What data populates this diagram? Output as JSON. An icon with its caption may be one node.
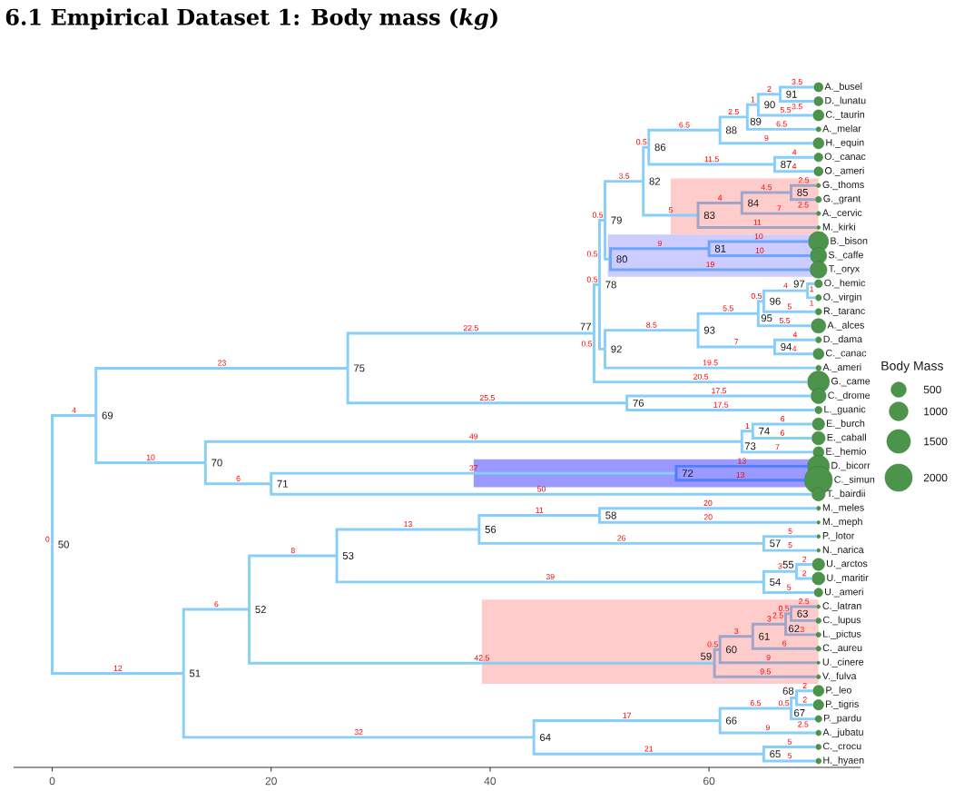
{
  "diagram": {
    "title": "6.1 Empirical Dataset 1: Body mass (*kg*)",
    "nodes": [
      {
        "text": [
          "A._busel"
        ]
      },
      {
        "text": [
          "D._lunatu"
        ]
      },
      {
        "text": [
          "C._taurin"
        ]
      },
      {
        "text": [
          "A._melar"
        ]
      },
      {
        "text": [
          "H._equin"
        ]
      },
      {
        "text": [
          "O._canac"
        ]
      },
      {
        "text": [
          "O._ameri"
        ]
      },
      {
        "text": [
          "G._thoms"
        ]
      },
      {
        "text": [
          "G._grant"
        ]
      },
      {
        "text": [
          "A._cervic"
        ]
      },
      {
        "text": [
          "M._kirki"
        ]
      },
      {
        "text": [
          "B._bison"
        ]
      },
      {
        "text": [
          "S._caffe"
        ]
      },
      {
        "text": [
          "T._oryx"
        ]
      },
      {
        "text": [
          "O._hemic"
        ]
      },
      {
        "text": [
          "O._virgin"
        ]
      },
      {
        "text": [
          "R._taranc"
        ]
      },
      {
        "text": [
          "A._alces"
        ]
      },
      {
        "text": [
          "D._dama"
        ]
      },
      {
        "text": [
          "C._canac"
        ]
      },
      {
        "text": [
          "A._ameri"
        ]
      },
      {
        "text": [
          "G._came"
        ]
      },
      {
        "text": [
          "C._drome"
        ]
      },
      {
        "text": [
          "L._guanic"
        ]
      },
      {
        "text": [
          "E._burch"
        ]
      },
      {
        "text": [
          "E._caball"
        ]
      },
      {
        "text": [
          "E._hemio"
        ]
      },
      {
        "text": [
          "D._bicorr"
        ]
      },
      {
        "text": [
          "C._simun"
        ]
      },
      {
        "text": [
          "T._bairdii"
        ]
      },
      {
        "text": [
          "M._meles"
        ]
      },
      {
        "text": [
          "M._meph"
        ]
      },
      {
        "text": [
          "P._lotor"
        ]
      },
      {
        "text": [
          "N._narica"
        ]
      },
      {
        "text": [
          "U._arctos"
        ]
      },
      {
        "text": [
          "U._maritir"
        ]
      },
      {
        "text": [
          "U._ameri"
        ]
      },
      {
        "text": [
          "C._latran"
        ]
      },
      {
        "text": [
          "C._lupus"
        ]
      },
      {
        "text": [
          "L._pictus"
        ]
      },
      {
        "text": [
          "C._aureu"
        ]
      },
      {
        "text": [
          "U._cinere"
        ]
      },
      {
        "text": [
          "V._fulva"
        ]
      },
      {
        "text": [
          "P._leo"
        ]
      },
      {
        "text": [
          "P._tigris"
        ]
      },
      {
        "text": [
          "P._pardu"
        ]
      },
      {
        "text": [
          "A._jubatu"
        ]
      },
      {
        "text": [
          "C._crocu"
        ]
      },
      {
        "text": [
          "H._hyaen"
        ]
      },
      {
        "text": [
          "50"
        ]
      },
      {
        "text": [
          "51"
        ]
      },
      {
        "text": [
          "52"
        ]
      },
      {
        "text": [
          "53"
        ]
      },
      {
        "text": [
          "54"
        ]
      },
      {
        "text": [
          "55"
        ]
      },
      {
        "text": [
          "56"
        ]
      },
      {
        "text": [
          "57"
        ]
      },
      {
        "text": [
          "58"
        ]
      },
      {
        "text": [
          "59"
        ]
      },
      {
        "text": [
          "60"
        ]
      },
      {
        "text": [
          "61"
        ]
      },
      {
        "text": [
          "62"
        ]
      },
      {
        "text": [
          "63"
        ]
      },
      {
        "text": [
          "64"
        ]
      },
      {
        "text": [
          "65"
        ]
      },
      {
        "text": [
          "66"
        ]
      },
      {
        "text": [
          "67"
        ]
      },
      {
        "text": [
          "68"
        ]
      },
      {
        "text": [
          "69"
        ]
      },
      {
        "text": [
          "70"
        ]
      },
      {
        "text": [
          "71"
        ]
      },
      {
        "text": [
          "72"
        ]
      },
      {
        "text": [
          "73"
        ]
      },
      {
        "text": [
          "74"
        ]
      },
      {
        "text": [
          "75"
        ]
      },
      {
        "text": [
          "76"
        ]
      },
      {
        "text": [
          "77"
        ]
      },
      {
        "text": [
          "78"
        ]
      },
      {
        "text": [
          "79"
        ]
      },
      {
        "text": [
          "80"
        ]
      },
      {
        "text": [
          "81"
        ]
      },
      {
        "text": [
          "82"
        ]
      },
      {
        "text": [
          "83"
        ]
      },
      {
        "text": [
          "84"
        ]
      },
      {
        "text": [
          "85"
        ]
      },
      {
        "text": [
          "86"
        ]
      },
      {
        "text": [
          "87"
        ]
      },
      {
        "text": [
          "88"
        ]
      },
      {
        "text": [
          "89"
        ]
      },
      {
        "text": [
          "90"
        ]
      },
      {
        "text": [
          "91"
        ]
      },
      {
        "text": [
          "92"
        ]
      },
      {
        "text": [
          "93"
        ]
      },
      {
        "text": [
          "94"
        ]
      },
      {
        "text": [
          "95"
        ]
      },
      {
        "text": [
          "96"
        ]
      },
      {
        "text": [
          "97"
        ]
      }
    ],
    "edges": [
      {
        "from": 49,
        "to": 68,
        "arrow": "none",
        "label": "4"
      },
      {
        "from": 49,
        "to": 50,
        "arrow": "none",
        "label": "12"
      },
      {
        "from": 50,
        "to": 51,
        "arrow": "none",
        "label": "6"
      },
      {
        "from": 50,
        "to": 63,
        "arrow": "none",
        "label": "32"
      },
      {
        "from": 51,
        "to": 52,
        "arrow": "none",
        "label": "8"
      },
      {
        "from": 51,
        "to": 58,
        "arrow": "none",
        "label": "42.5"
      },
      {
        "from": 52,
        "to": 55,
        "arrow": "none",
        "label": "13"
      },
      {
        "from": 52,
        "to": 53,
        "arrow": "none",
        "label": "39"
      },
      {
        "from": 55,
        "to": 57,
        "arrow": "none",
        "label": "11"
      },
      {
        "from": 55,
        "to": 56,
        "arrow": "none",
        "label": "26"
      },
      {
        "from": 57,
        "to": 30,
        "arrow": "none",
        "label": "20"
      },
      {
        "from": 57,
        "to": 31,
        "arrow": "none",
        "label": "20"
      },
      {
        "from": 56,
        "to": 32,
        "arrow": "none",
        "label": "5"
      },
      {
        "from": 56,
        "to": 33,
        "arrow": "none",
        "label": "5"
      },
      {
        "from": 53,
        "to": 54,
        "arrow": "none",
        "label": "3"
      },
      {
        "from": 53,
        "to": 36,
        "arrow": "none",
        "label": "5"
      },
      {
        "from": 54,
        "to": 34,
        "arrow": "none",
        "label": "2"
      },
      {
        "from": 54,
        "to": 35,
        "arrow": "none",
        "label": "2"
      },
      {
        "from": 58,
        "to": 59,
        "arrow": "none",
        "label": "0.5",
        "color": "#9fa5c8"
      },
      {
        "from": 58,
        "to": 42,
        "arrow": "none",
        "label": "9.5",
        "color": "#9fa5c8"
      },
      {
        "from": 59,
        "to": 60,
        "arrow": "none",
        "label": "3",
        "color": "#9fa5c8"
      },
      {
        "from": 59,
        "to": 41,
        "arrow": "none",
        "label": "9",
        "color": "#9fa5c8"
      },
      {
        "from": 60,
        "to": 61,
        "arrow": "none",
        "label": "3",
        "color": "#9fa5c8"
      },
      {
        "from": 60,
        "to": 40,
        "arrow": "none",
        "label": "6",
        "color": "#9fa5c8"
      },
      {
        "from": 61,
        "to": 62,
        "arrow": "none",
        "label": "0.5",
        "color": "#9fa5c8"
      },
      {
        "from": 61,
        "to": 39,
        "arrow": "none",
        "label": "3",
        "color": "#9fa5c8"
      },
      {
        "from": 62,
        "to": 37,
        "arrow": "none",
        "label": "2.5",
        "color": "#9fa5c8"
      },
      {
        "from": 62,
        "to": 38,
        "arrow": "none",
        "label": "2.5",
        "color": "#9fa5c8"
      },
      {
        "from": 63,
        "to": 65,
        "arrow": "none",
        "label": "17"
      },
      {
        "from": 63,
        "to": 64,
        "arrow": "none",
        "label": "21"
      },
      {
        "from": 65,
        "to": 66,
        "arrow": "none",
        "label": "6.5"
      },
      {
        "from": 65,
        "to": 46,
        "arrow": "none",
        "label": "9"
      },
      {
        "from": 66,
        "to": 67,
        "arrow": "none",
        "label": "0.5"
      },
      {
        "from": 66,
        "to": 45,
        "arrow": "none",
        "label": "2.5"
      },
      {
        "from": 67,
        "to": 43,
        "arrow": "none",
        "label": "2"
      },
      {
        "from": 67,
        "to": 44,
        "arrow": "none",
        "label": "2"
      },
      {
        "from": 64,
        "to": 47,
        "arrow": "none",
        "label": "5"
      },
      {
        "from": 64,
        "to": 48,
        "arrow": "none",
        "label": "5"
      },
      {
        "from": 68,
        "to": 74,
        "arrow": "none",
        "label": "23"
      },
      {
        "from": 68,
        "to": 69,
        "arrow": "none",
        "label": "10"
      },
      {
        "from": 69,
        "to": 72,
        "arrow": "none",
        "label": "49"
      },
      {
        "from": 69,
        "to": 70,
        "arrow": "none",
        "label": "6"
      },
      {
        "from": 72,
        "to": 73,
        "arrow": "none",
        "label": "1"
      },
      {
        "from": 72,
        "to": 26,
        "arrow": "none",
        "label": "7"
      },
      {
        "from": 73,
        "to": 24,
        "arrow": "none",
        "label": "6"
      },
      {
        "from": 73,
        "to": 25,
        "arrow": "none",
        "label": "6"
      },
      {
        "from": 70,
        "to": 71,
        "arrow": "none",
        "label": "37"
      },
      {
        "from": 70,
        "to": 29,
        "arrow": "none",
        "label": "50"
      },
      {
        "from": 71,
        "to": 27,
        "arrow": "none",
        "label": "13",
        "color": "#517cfc"
      },
      {
        "from": 71,
        "to": 28,
        "arrow": "none",
        "label": "13",
        "color": "#517cfc"
      },
      {
        "from": 74,
        "to": 76,
        "arrow": "none",
        "label": "22.5"
      },
      {
        "from": 74,
        "to": 75,
        "arrow": "none",
        "label": "25.5"
      },
      {
        "from": 75,
        "to": 22,
        "arrow": "none",
        "label": "17.5"
      },
      {
        "from": 75,
        "to": 23,
        "arrow": "none",
        "label": "17.5"
      },
      {
        "from": 76,
        "to": 77,
        "arrow": "none",
        "label": "0.5"
      },
      {
        "from": 76,
        "to": 21,
        "arrow": "none",
        "label": "20.5"
      },
      {
        "from": 77,
        "to": 78,
        "arrow": "none",
        "label": "0.5"
      },
      {
        "from": 77,
        "to": 91,
        "arrow": "none",
        "label": "0.5"
      },
      {
        "from": 78,
        "to": 81,
        "arrow": "none",
        "label": "3.5"
      },
      {
        "from": 78,
        "to": 79,
        "arrow": "none",
        "label": "0.5"
      },
      {
        "from": 81,
        "to": 85,
        "arrow": "none",
        "label": "0.5"
      },
      {
        "from": 81,
        "to": 82,
        "arrow": "none",
        "label": "5"
      },
      {
        "from": 85,
        "to": 87,
        "arrow": "none",
        "label": "6.5"
      },
      {
        "from": 85,
        "to": 86,
        "arrow": "none",
        "label": "11.5"
      },
      {
        "from": 87,
        "to": 88,
        "arrow": "none",
        "label": "2.5"
      },
      {
        "from": 87,
        "to": 4,
        "arrow": "none",
        "label": "9"
      },
      {
        "from": 88,
        "to": 89,
        "arrow": "none",
        "label": "1"
      },
      {
        "from": 88,
        "to": 3,
        "arrow": "none",
        "label": "6.5"
      },
      {
        "from": 89,
        "to": 90,
        "arrow": "none",
        "label": "2"
      },
      {
        "from": 89,
        "to": 2,
        "arrow": "none",
        "label": "5.5"
      },
      {
        "from": 90,
        "to": 0,
        "arrow": "none",
        "label": "3.5"
      },
      {
        "from": 90,
        "to": 1,
        "arrow": "none",
        "label": "3.5"
      },
      {
        "from": 86,
        "to": 5,
        "arrow": "none",
        "label": "4"
      },
      {
        "from": 86,
        "to": 6,
        "arrow": "none",
        "label": "4"
      },
      {
        "from": 82,
        "to": 83,
        "arrow": "none",
        "label": "4",
        "color": "#9fa5c8"
      },
      {
        "from": 82,
        "to": 10,
        "arrow": "none",
        "label": "11",
        "color": "#9fa5c8"
      },
      {
        "from": 83,
        "to": 84,
        "arrow": "none",
        "label": "4.5",
        "color": "#9fa5c8"
      },
      {
        "from": 83,
        "to": 9,
        "arrow": "none",
        "label": "7",
        "color": "#9fa5c8"
      },
      {
        "from": 84,
        "to": 7,
        "arrow": "none",
        "label": "2.5",
        "color": "#9fa5c8"
      },
      {
        "from": 84,
        "to": 8,
        "arrow": "none",
        "label": "2.5",
        "color": "#9fa5c8"
      },
      {
        "from": 79,
        "to": 80,
        "arrow": "none",
        "label": "9",
        "color": "#6ca5fb"
      },
      {
        "from": 79,
        "to": 13,
        "arrow": "none",
        "label": "19",
        "color": "#6ca5fb"
      },
      {
        "from": 80,
        "to": 11,
        "arrow": "none",
        "label": "10",
        "color": "#6ca5fb"
      },
      {
        "from": 80,
        "to": 12,
        "arrow": "none",
        "label": "10",
        "color": "#6ca5fb"
      },
      {
        "from": 91,
        "to": 92,
        "arrow": "none",
        "label": "8.5"
      },
      {
        "from": 91,
        "to": 20,
        "arrow": "none",
        "label": "19.5"
      },
      {
        "from": 92,
        "to": 94,
        "arrow": "none",
        "label": "5.5"
      },
      {
        "from": 92,
        "to": 93,
        "arrow": "none",
        "label": "7"
      },
      {
        "from": 94,
        "to": 95,
        "arrow": "none",
        "label": "0.5"
      },
      {
        "from": 94,
        "to": 17,
        "arrow": "none",
        "label": "5.5"
      },
      {
        "from": 95,
        "to": 96,
        "arrow": "none",
        "label": "4"
      },
      {
        "from": 95,
        "to": 16,
        "arrow": "none",
        "label": "5"
      },
      {
        "from": 96,
        "to": 14,
        "arrow": "none",
        "label": "1"
      },
      {
        "from": 96,
        "to": 15,
        "arrow": "none",
        "label": "1"
      },
      {
        "from": 93,
        "to": 18,
        "arrow": "none",
        "label": "4"
      },
      {
        "from": 93,
        "to": 19,
        "arrow": "none",
        "label": "4"
      }
    ],
    "labels": [
      "0",
      "Body Mass",
      "0",
      "20",
      "40",
      "60"
    ],
    "legend": [
      {
        "text": "500"
      },
      {
        "text": "1000"
      },
      {
        "text": "1500"
      },
      {
        "text": "2000"
      }
    ]
  }
}
